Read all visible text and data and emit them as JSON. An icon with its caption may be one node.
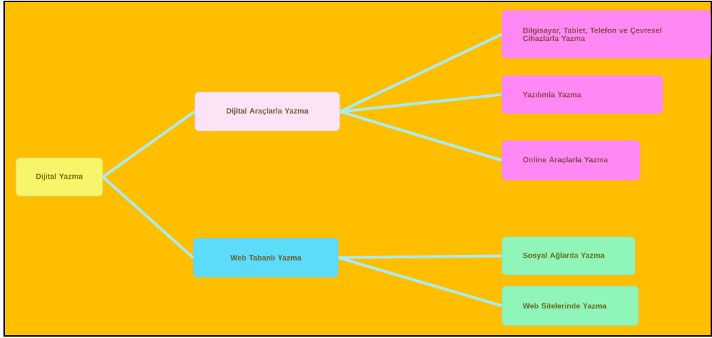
{
  "diagram": {
    "nodes": [
      {
        "text": [
          "Dijital Yazma"
        ]
      },
      {
        "text": [
          "Dijital Araçlarla Yazma"
        ]
      },
      {
        "text": [
          "Bilgisayar, Tablet, Telefon ve Çevresel Cihazlarla Yazma"
        ]
      },
      {
        "text": [
          "Yazılımla Yazma"
        ]
      },
      {
        "text": [
          "Online Araçlarla Yazma"
        ]
      },
      {
        "text": [
          "Web Tabanlı Yazma"
        ]
      },
      {
        "text": [
          "Sosyal Ağlarda Yazma"
        ]
      },
      {
        "text": [
          "Web Sitelerinde Yazma"
        ]
      }
    ],
    "edges": [
      {
        "from": 0,
        "to": 1,
        "arrow": "none"
      },
      {
        "from": 0,
        "to": 5,
        "arrow": "none"
      },
      {
        "from": 1,
        "to": 2,
        "arrow": "none"
      },
      {
        "from": 1,
        "to": 3,
        "arrow": "none"
      },
      {
        "from": 1,
        "to": 4,
        "arrow": "none"
      },
      {
        "from": 5,
        "to": 6,
        "arrow": "none"
      },
      {
        "from": 5,
        "to": 7,
        "arrow": "none"
      }
    ]
  }
}
